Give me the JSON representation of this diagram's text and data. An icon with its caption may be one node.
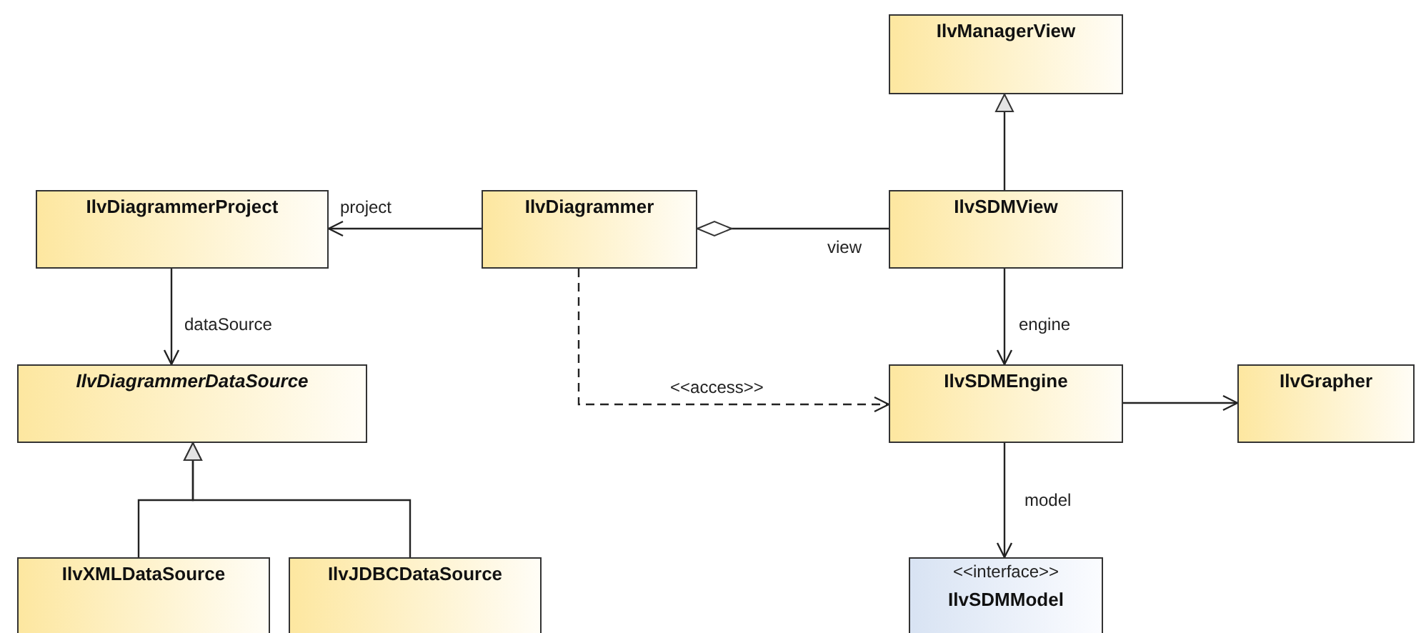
{
  "diagram": {
    "nodes": [
      {
        "text": [
          "IlvManagerView"
        ]
      },
      {
        "text": [
          "IlvDiagrammerProject"
        ]
      },
      {
        "text": [
          "IlvDiagrammer"
        ]
      },
      {
        "text": [
          "IlvSDMView"
        ]
      },
      {
        "text": [
          "IlvDiagrammerDataSource"
        ]
      },
      {
        "text": [
          "IlvSDMEngine"
        ]
      },
      {
        "text": [
          "IlvGrapher"
        ]
      },
      {
        "text": [
          "IlvXMLDataSource"
        ]
      },
      {
        "text": [
          "IlvJDBCDataSource"
        ]
      },
      {
        "text": [
          "<<interface>>",
          "IlvSDMModel"
        ]
      }
    ],
    "edges": [
      {
        "from": 2,
        "to": 1,
        "arrow": "to",
        "label": "project"
      },
      {
        "from": 2,
        "to": 3,
        "arrow": "other",
        "label": "view"
      },
      {
        "from": 3,
        "to": 0,
        "arrow": "to"
      },
      {
        "from": 1,
        "to": 4,
        "arrow": "to",
        "label": "dataSource"
      },
      {
        "from": 3,
        "to": 5,
        "arrow": "to",
        "label": "engine"
      },
      {
        "from": 2,
        "to": 5,
        "arrow": "to",
        "label": "<<access>>",
        "style": "dashed"
      },
      {
        "from": 5,
        "to": 6,
        "arrow": "to"
      },
      {
        "from": 5,
        "to": 9,
        "arrow": "to",
        "label": "model"
      },
      {
        "from": 7,
        "to": 4,
        "arrow": "to"
      },
      {
        "from": 8,
        "to": 4,
        "arrow": "to"
      }
    ]
  }
}
